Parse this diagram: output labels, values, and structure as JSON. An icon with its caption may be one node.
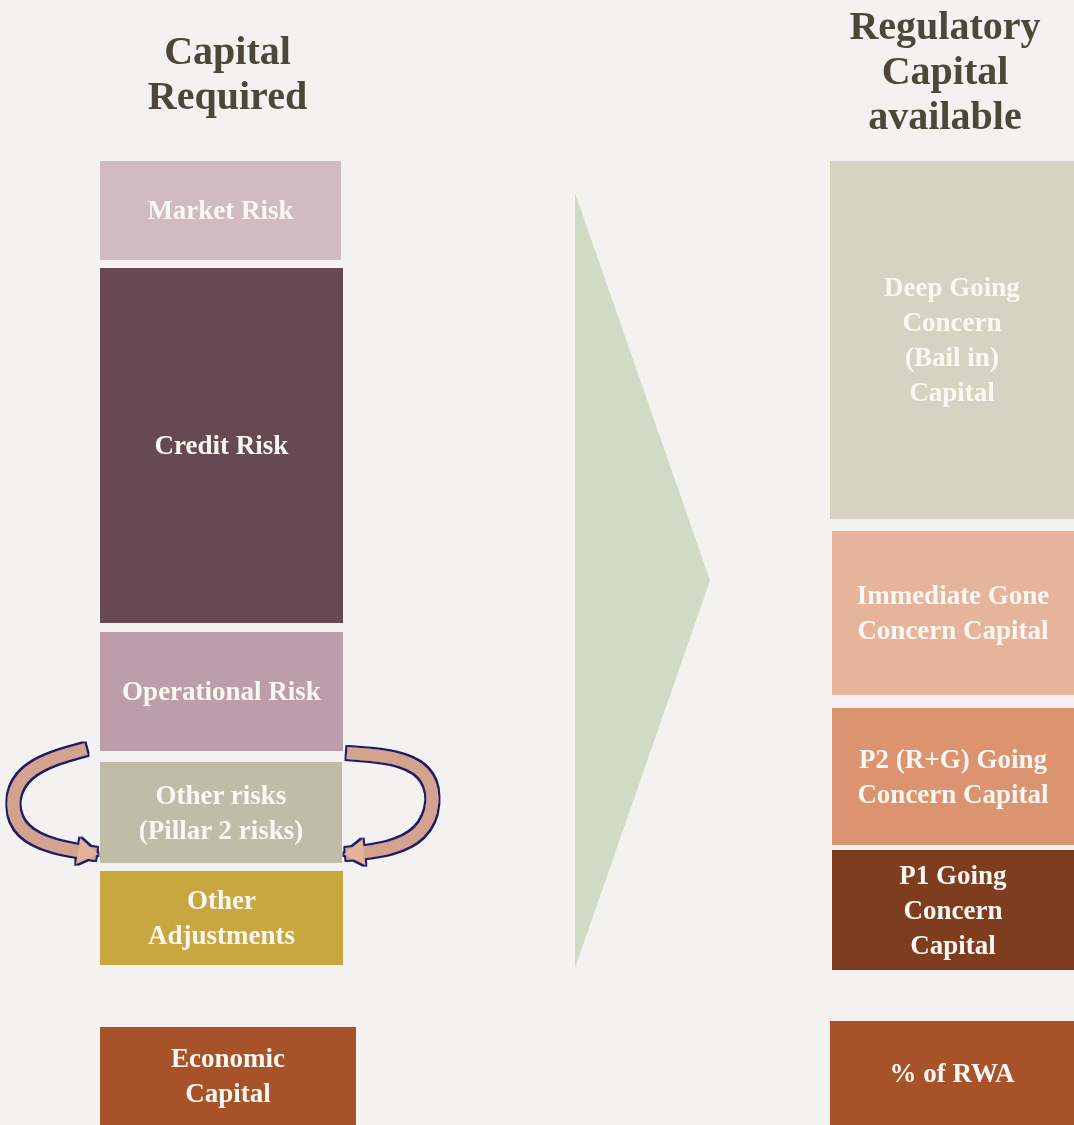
{
  "diagram": {
    "nodes": [
      {
        "text": [
          "Market Risk"
        ]
      },
      {
        "text": [
          "Credit Risk"
        ]
      },
      {
        "text": [
          "Operational Risk"
        ]
      },
      {
        "text": [
          "Other risks (Pillar 2 risks)"
        ]
      },
      {
        "text": [
          "Other Adjustments"
        ]
      },
      {
        "text": [
          "Economic Capital"
        ]
      },
      {
        "text": [
          "Deep Going Concern (Bail in) Capital"
        ]
      },
      {
        "text": [
          "Immediate Gone Concern Capital"
        ]
      },
      {
        "text": [
          "P2 (R+G) Going Concern Capital"
        ]
      },
      {
        "text": [
          "P1 Going Concern Capital"
        ]
      },
      {
        "text": [
          "% of RWA"
        ]
      },
      {
        "text": [],
        "shape": "triangle"
      }
    ],
    "edges": [
      {
        "from": 2,
        "to": 3,
        "arrow": "to"
      },
      {
        "from": 2,
        "to": 3,
        "arrow": "to"
      }
    ],
    "labels": [
      "Capital Required",
      "Regulatory Capital available"
    ]
  }
}
